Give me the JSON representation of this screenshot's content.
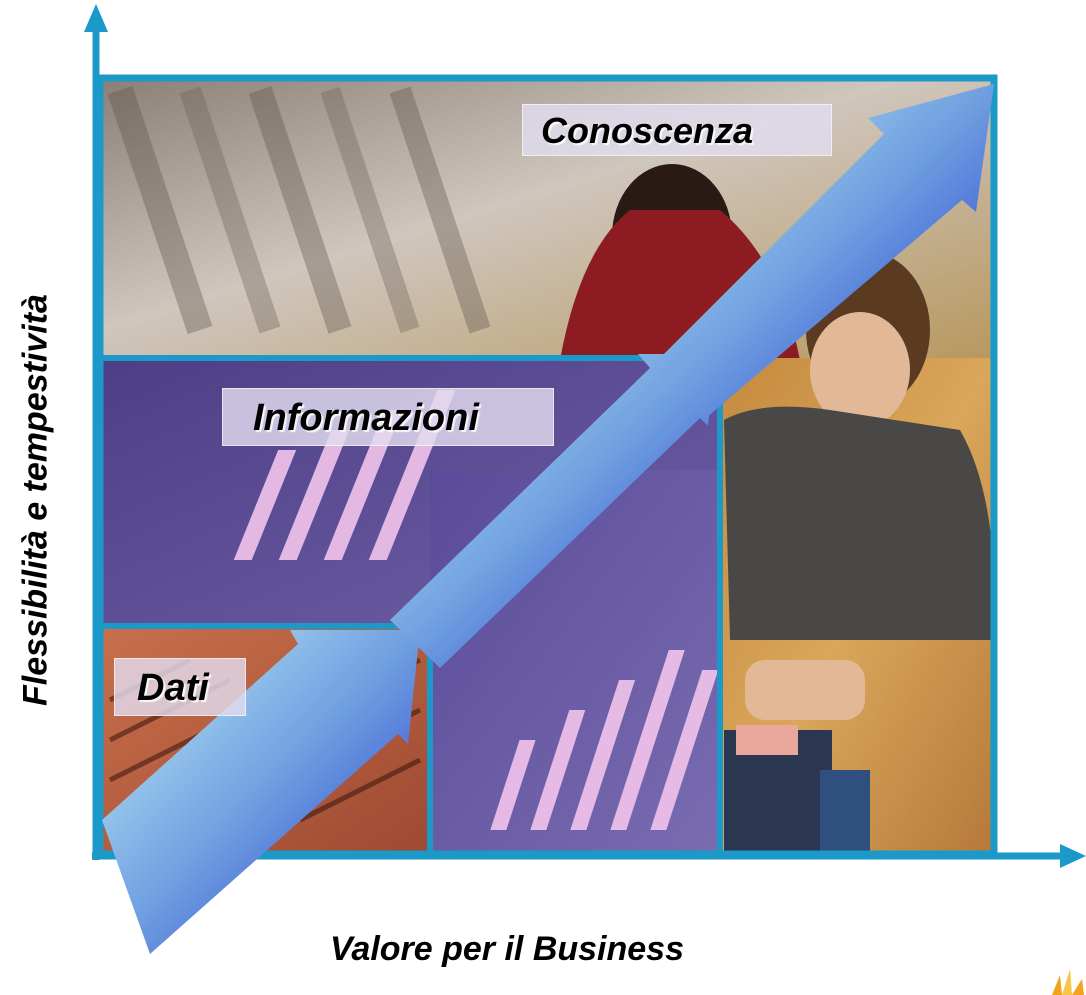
{
  "diagram": {
    "x_axis_label": "Valore per il Business",
    "y_axis_label": "Flessibilità e tempestività",
    "levels": [
      {
        "name": "Dati"
      },
      {
        "name": "Informazioni"
      },
      {
        "name": "Conoscenza"
      }
    ]
  },
  "colors": {
    "frame": "#1b9ac9",
    "arrow_light": "#c4f2f8",
    "arrow_dark": "#1a2ccc",
    "panel_purple": "#5e4e95",
    "panel_orange": "#c46b4a",
    "bars": "#f2c4ec"
  },
  "icons": {
    "axis_arrow": "arrow-up-icon",
    "axis_arrow_right": "arrow-right-icon",
    "growth_arrow": "diagonal-arrow-icon"
  }
}
